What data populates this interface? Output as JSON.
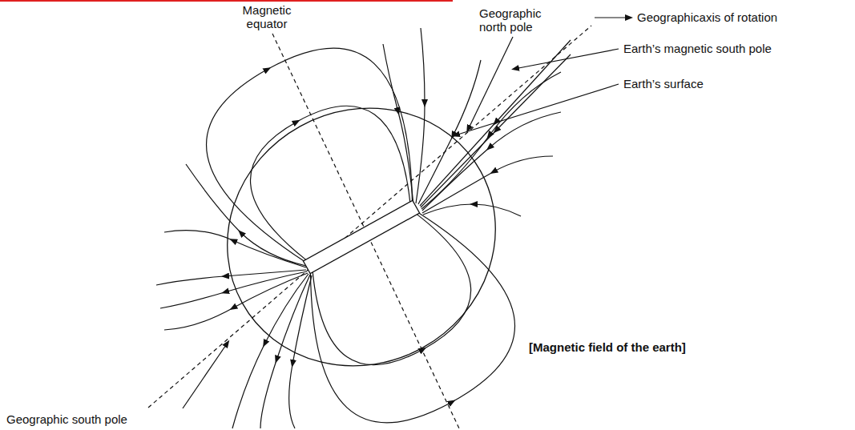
{
  "diagram": {
    "caption": "[Magnetic field of the earth]",
    "labels": [
      "Magnetic equator",
      "Geographic north pole",
      "Geographicaxis of rotation",
      "Earth’s magnetic south pole",
      "Earth’s surface",
      "Geographic south pole"
    ]
  }
}
